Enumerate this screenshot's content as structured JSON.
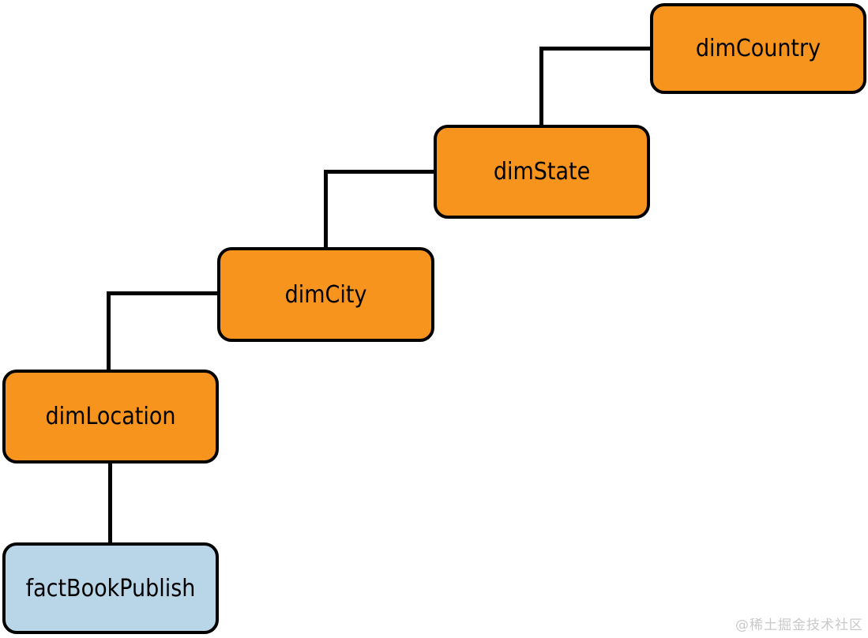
{
  "diagram": {
    "type": "snowflake-schema-tree",
    "nodes": [
      {
        "id": "dimCountry",
        "label": "dimCountry",
        "kind": "dimension"
      },
      {
        "id": "dimState",
        "label": "dimState",
        "kind": "dimension"
      },
      {
        "id": "dimCity",
        "label": "dimCity",
        "kind": "dimension"
      },
      {
        "id": "dimLocation",
        "label": "dimLocation",
        "kind": "dimension"
      },
      {
        "id": "factBookPublish",
        "label": "factBookPublish",
        "kind": "fact"
      }
    ],
    "edges": [
      {
        "from": "dimState",
        "to": "dimCountry"
      },
      {
        "from": "dimCity",
        "to": "dimState"
      },
      {
        "from": "dimLocation",
        "to": "dimCity"
      },
      {
        "from": "factBookPublish",
        "to": "dimLocation"
      }
    ],
    "colors": {
      "dimension_fill": "#F7941E",
      "fact_fill": "#B9D6E8",
      "node_border": "#000000",
      "connector": "#000000",
      "label_text": "#000000",
      "background": "#FFFFFF"
    }
  },
  "watermark": {
    "text": "@稀土掘金技术社区",
    "color": "#C9C9C9"
  }
}
